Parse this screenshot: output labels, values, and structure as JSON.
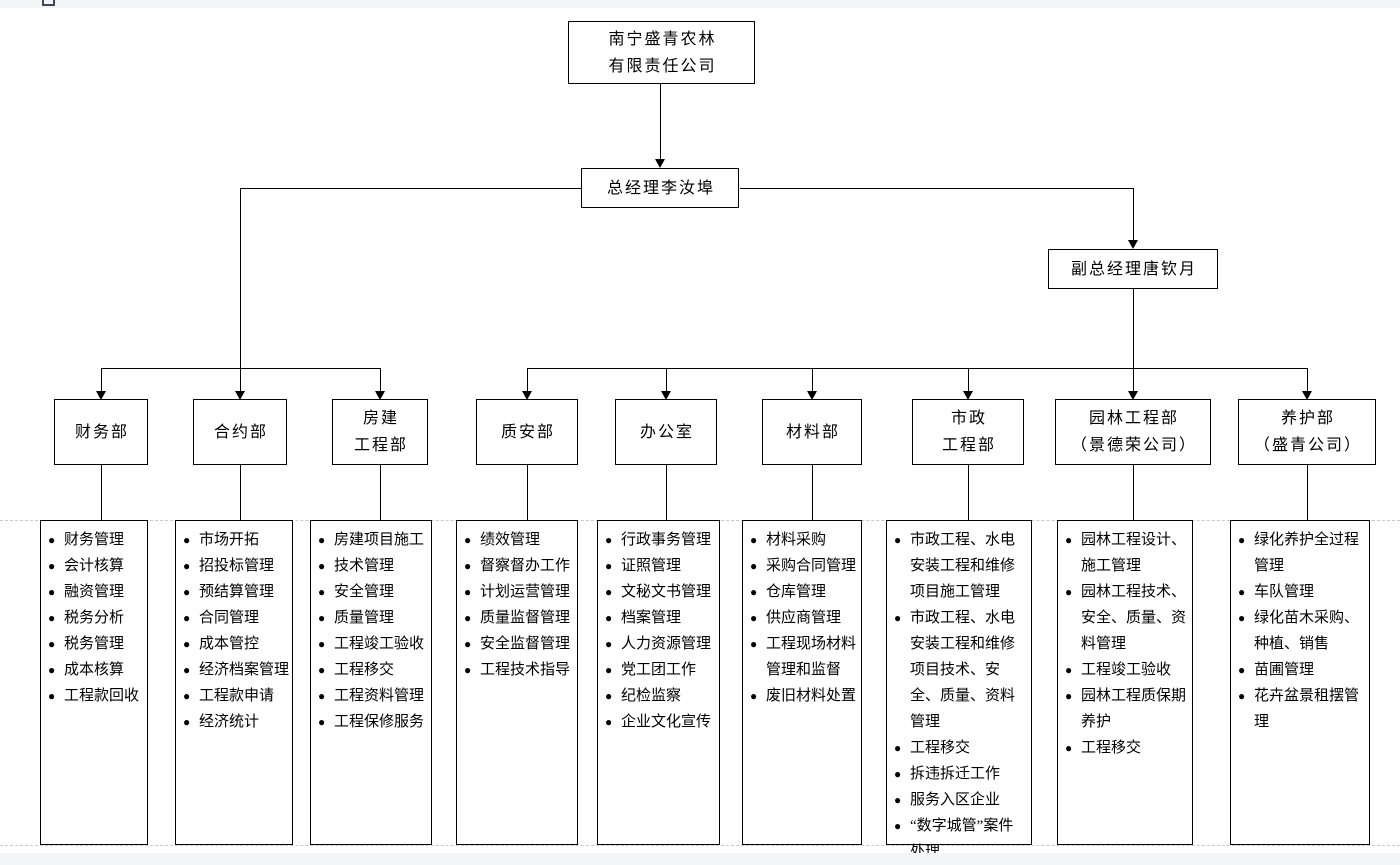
{
  "colors": {
    "line": "#000000",
    "strip_bg": "#f4f5f7",
    "toolbar_icon": "#3d4a5b",
    "dashed_grid": "#c9c9c9",
    "box_bg": "#ffffff",
    "text": "#000000"
  },
  "bullet": "●",
  "root": {
    "lines": [
      "南宁盛青农林",
      "有限责任公司"
    ]
  },
  "general_manager": {
    "label": "总经理李汝埠"
  },
  "deputy_manager": {
    "label": "副总经理唐钦月"
  },
  "departments": [
    {
      "name_lines": [
        "财务部"
      ],
      "duties": [
        "财务管理",
        "会计核算",
        "融资管理",
        "税务分析",
        "税务管理",
        "成本核算",
        "工程款回收"
      ]
    },
    {
      "name_lines": [
        "合约部"
      ],
      "duties": [
        "市场开拓",
        "招投标管理",
        "预结算管理",
        "合同管理",
        "成本管控",
        "经济档案管理",
        "工程款申请",
        "经济统计"
      ]
    },
    {
      "name_lines": [
        "房建",
        "工程部"
      ],
      "duties": [
        "房建项目施工",
        "技术管理",
        "安全管理",
        "质量管理",
        "工程竣工验收",
        "工程移交",
        "工程资料管理",
        "工程保修服务"
      ]
    },
    {
      "name_lines": [
        "质安部"
      ],
      "duties": [
        "绩效管理",
        "督察督办工作",
        "计划运营管理",
        "质量监督管理",
        "安全监督管理",
        "工程技术指导"
      ]
    },
    {
      "name_lines": [
        "办公室"
      ],
      "duties": [
        "行政事务管理",
        "证照管理",
        "文秘文书管理",
        "档案管理",
        "人力资源管理",
        "党工团工作",
        "纪检监察",
        "企业文化宣传"
      ]
    },
    {
      "name_lines": [
        "材料部"
      ],
      "duties": [
        "材料采购",
        "采购合同管理",
        "仓库管理",
        "供应商管理",
        "工程现场材料管理和监督",
        "废旧材料处置"
      ]
    },
    {
      "name_lines": [
        "市政",
        "工程部"
      ],
      "duties": [
        "市政工程、水电安装工程和维修项目施工管理",
        "市政工程、水电安装工程和维修项目技术、安全、质量、资料管理",
        "工程移交",
        "拆违拆迁工作",
        "服务入区企业",
        "“数字城管”案件处理"
      ]
    },
    {
      "name_lines": [
        "园林工程部",
        "（景德荣公司）"
      ],
      "duties": [
        "园林工程设计、施工管理",
        "园林工程技术、安全、质量、资料管理",
        "工程竣工验收",
        "园林工程质保期养护",
        "工程移交"
      ]
    },
    {
      "name_lines": [
        "养护部",
        "（盛青公司）"
      ],
      "duties": [
        "绿化养护全过程管理",
        "车队管理",
        "绿化苗木采购、种植、销售",
        "苗圃管理",
        "花卉盆景租摆管理"
      ]
    }
  ]
}
